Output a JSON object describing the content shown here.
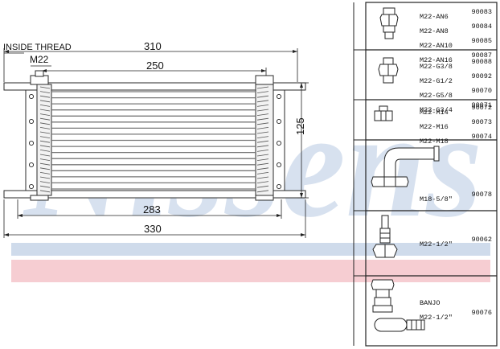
{
  "brand_watermark": "Nissens",
  "colors": {
    "watermark_blue": "#c8d6ea",
    "watermark_red": "#f4c7cc",
    "line": "#333333"
  },
  "drawing": {
    "inside_thread_label": "INSIDE THREAD",
    "thread_label": "M22",
    "dim_overall_top": "310",
    "dim_core_top": "250",
    "dim_height": "125",
    "dim_core_bottom": "283",
    "dim_overall_bottom": "330"
  },
  "fittings": [
    {
      "icon": "hex-nipple-icon",
      "rows": [
        {
          "part": "M22-AN6",
          "code": "90083"
        },
        {
          "part": "M22-AN8",
          "code": "90084"
        },
        {
          "part": "M22-AN10",
          "code": "90085"
        },
        {
          "part": "M22-AN16",
          "code": "90087"
        }
      ]
    },
    {
      "icon": "hex-nipple-icon",
      "rows": [
        {
          "part": "M22-G3/8",
          "code": "90088"
        },
        {
          "part": "M22-G1/2",
          "code": "90092"
        },
        {
          "part": "M22-G5/8",
          "code": "90070"
        },
        {
          "part": "M22-G3/4",
          "code": "90071"
        }
      ]
    },
    {
      "icon": "adapter-icon",
      "rows": [
        {
          "part": "M22-M14",
          "code": "90072"
        },
        {
          "part": "M22-M16",
          "code": "90073"
        },
        {
          "part": "M22-M18",
          "code": "90074"
        }
      ]
    },
    {
      "icon": "elbow-fitting-icon",
      "rows": [
        {
          "part": "M18-5/8\"",
          "code": "90078"
        }
      ]
    },
    {
      "icon": "hose-barb-icon",
      "rows": [
        {
          "part": "M22-1/2\"",
          "code": "90062"
        }
      ]
    },
    {
      "icon": "banjo-fitting-icon",
      "rows": [
        {
          "part": "BANJO",
          "code": ""
        },
        {
          "part": "M22-1/2\"",
          "code": "90076"
        }
      ]
    }
  ]
}
